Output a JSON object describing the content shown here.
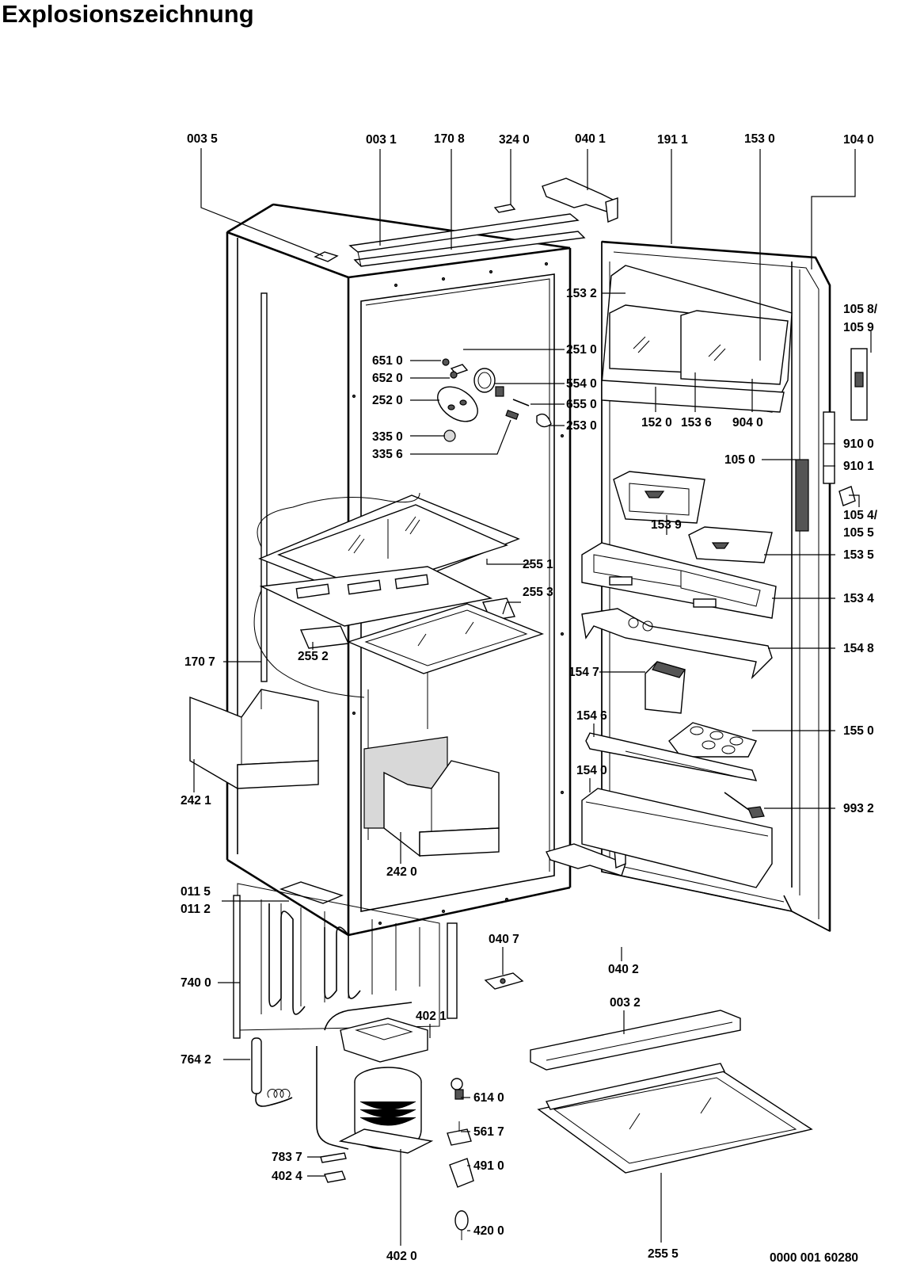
{
  "title": "Explosionszeichnung",
  "doc_number": "0000 001 60280",
  "parts": {
    "p0035": "003 5",
    "p0031": "003 1",
    "p1708": "170 8",
    "p3240": "324 0",
    "p0401": "040 1",
    "p1911": "191 1",
    "p1530": "153 0",
    "p1040": "104 0",
    "p1532": "153 2",
    "p1058": "105 8/",
    "p1059": "105 9",
    "p6510": "651 0",
    "p2510": "251 0",
    "p6520": "652 0",
    "p5540": "554 0",
    "p2520": "252 0",
    "p6550": "655 0",
    "p2530": "253 0",
    "p3350": "335 0",
    "p3356": "335 6",
    "p1520": "152 0",
    "p1536": "153 6",
    "p9040": "904 0",
    "p9100": "910 0",
    "p1050": "105 0",
    "p9101": "910 1",
    "p1054": "105 4/",
    "p1055": "105 5",
    "p1539": "153 9",
    "p1535": "153 5",
    "p2551": "255 1",
    "p2553": "255 3",
    "p1534": "153 4",
    "p1548": "154 8",
    "p2552": "255 2",
    "p1707": "170 7",
    "p1547": "154 7",
    "p1546": "154 6",
    "p1550": "155 0",
    "p2421": "242 1",
    "p1540": "154 0",
    "p9932": "993 2",
    "p2420": "242 0",
    "p0115": "011 5",
    "p0112": "011 2",
    "p0407": "040 7",
    "p0402": "040 2",
    "p7400": "740 0",
    "p0032": "003 2",
    "p4021": "402 1",
    "p7642": "764 2",
    "p6140": "614 0",
    "p5617": "561 7",
    "p7837": "783 7",
    "p4024": "402 4",
    "p4910": "491 0",
    "p4200": "420 0",
    "p4020": "402 0",
    "p2555": "255 5"
  }
}
